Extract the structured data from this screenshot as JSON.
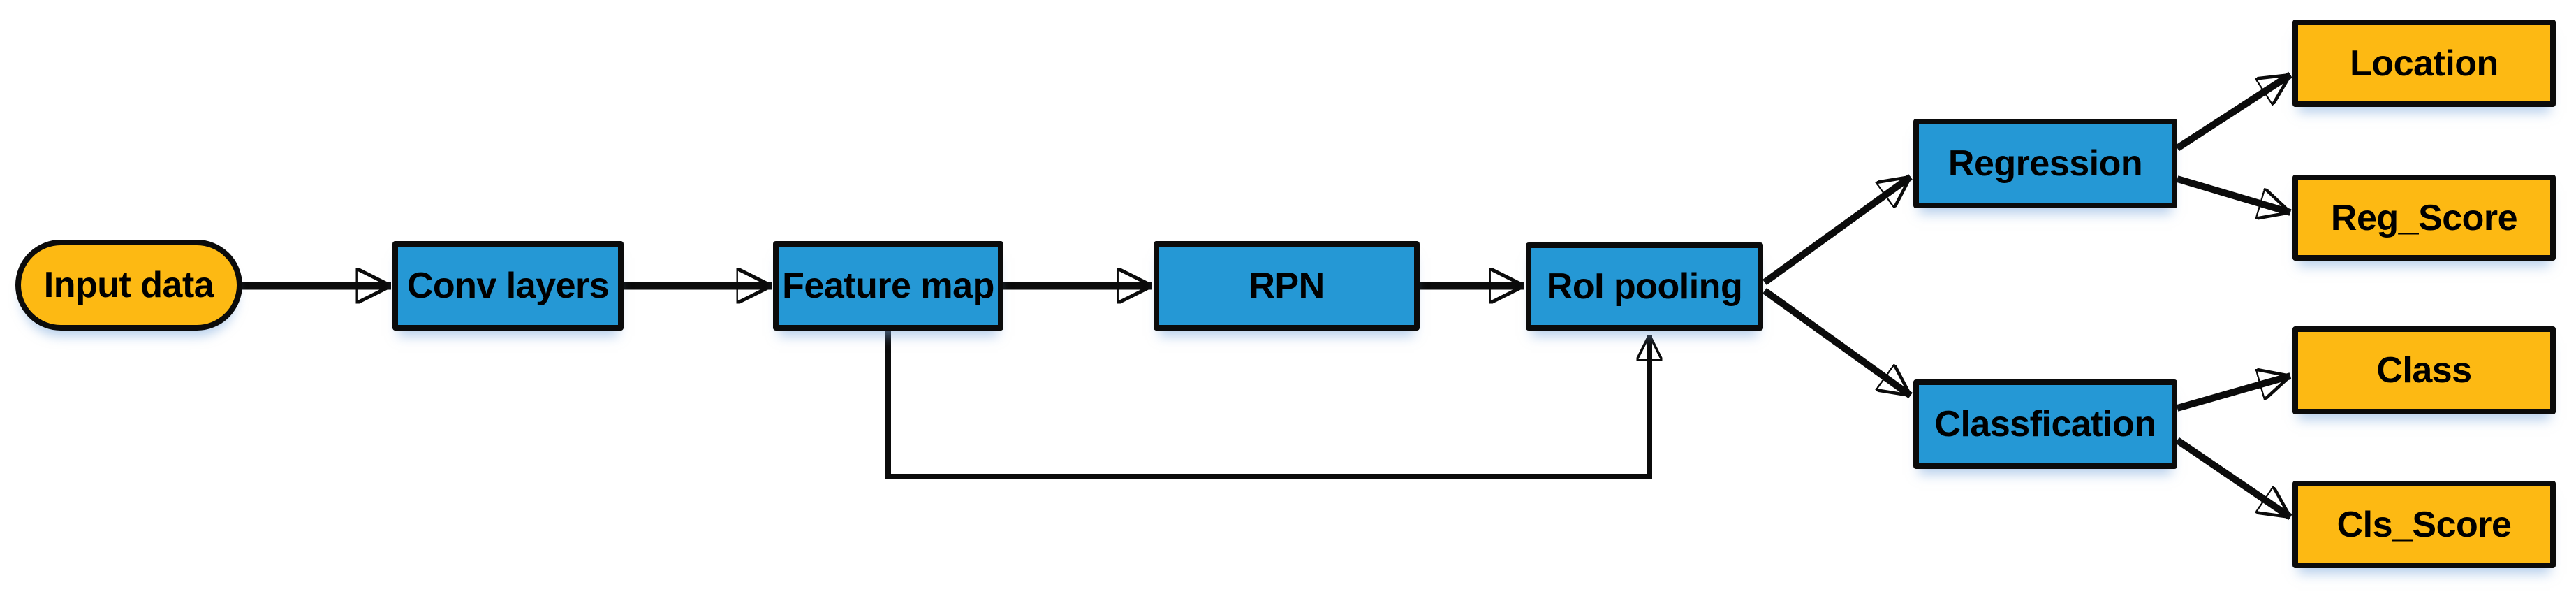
{
  "diagram": {
    "nodes": {
      "input_data": {
        "label": "Input data",
        "shape": "stadium",
        "fill": "orange"
      },
      "conv_layers": {
        "label": "Conv layers",
        "shape": "rectangle",
        "fill": "blue"
      },
      "feature_map": {
        "label": "Feature map",
        "shape": "rectangle",
        "fill": "blue"
      },
      "rpn": {
        "label": "RPN",
        "shape": "rectangle",
        "fill": "blue"
      },
      "roi_pooling": {
        "label": "RoI pooling",
        "shape": "rectangle",
        "fill": "blue"
      },
      "regression": {
        "label": "Regression",
        "shape": "rectangle",
        "fill": "blue"
      },
      "classfication": {
        "label": "Classfication",
        "shape": "rectangle",
        "fill": "blue"
      },
      "location": {
        "label": "Location",
        "shape": "rectangle",
        "fill": "orange"
      },
      "reg_score": {
        "label": "Reg_Score",
        "shape": "rectangle",
        "fill": "orange"
      },
      "class": {
        "label": "Class",
        "shape": "rectangle",
        "fill": "orange"
      },
      "cls_score": {
        "label": "Cls_Score",
        "shape": "rectangle",
        "fill": "orange"
      }
    },
    "edges": [
      {
        "from": "input_data",
        "to": "conv_layers",
        "style": "arrow"
      },
      {
        "from": "conv_layers",
        "to": "feature_map",
        "style": "arrow"
      },
      {
        "from": "feature_map",
        "to": "rpn",
        "style": "arrow"
      },
      {
        "from": "rpn",
        "to": "roi_pooling",
        "style": "arrow"
      },
      {
        "from": "feature_map",
        "to": "roi_pooling",
        "style": "arrow",
        "route": "down-right-up-skip"
      },
      {
        "from": "roi_pooling",
        "to": "regression",
        "style": "arrow"
      },
      {
        "from": "roi_pooling",
        "to": "classfication",
        "style": "arrow"
      },
      {
        "from": "regression",
        "to": "location",
        "style": "arrow"
      },
      {
        "from": "regression",
        "to": "reg_score",
        "style": "arrow"
      },
      {
        "from": "classfication",
        "to": "class",
        "style": "arrow"
      },
      {
        "from": "classfication",
        "to": "cls_score",
        "style": "arrow"
      }
    ]
  },
  "colors": {
    "node_blue": "#2598D5",
    "node_orange": "#FDB913",
    "border": "#0b0b0b",
    "arrow": "#0b0b0b",
    "background": "#ffffff"
  }
}
